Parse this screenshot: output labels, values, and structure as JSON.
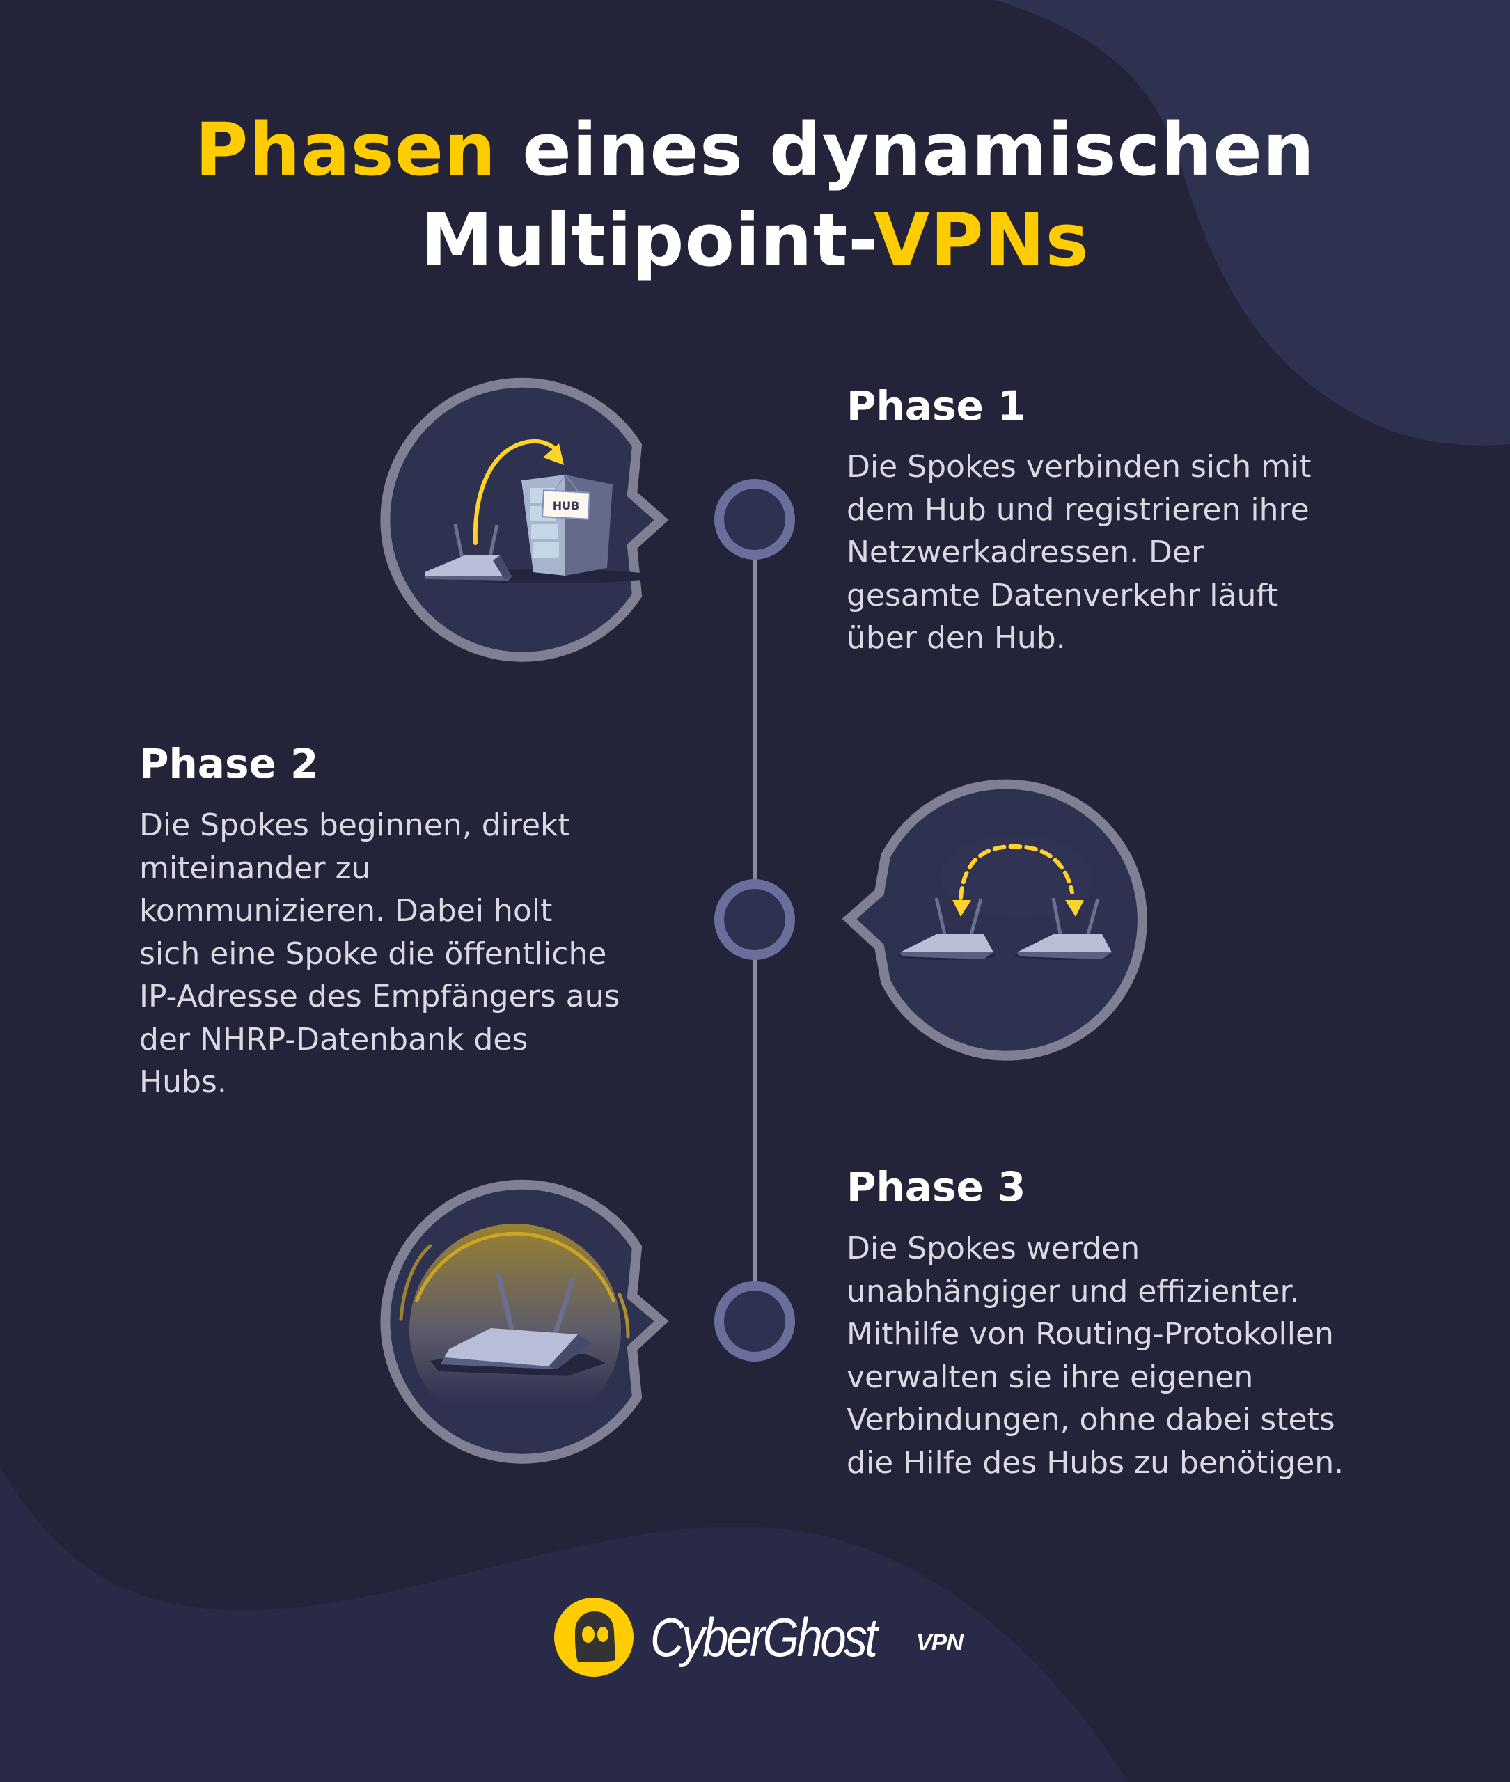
{
  "title": {
    "line1_highlight": "Phasen",
    "line1_rest": " eines dynamischen",
    "line2_rest": "Multipoint-",
    "line2_highlight": "VPNs"
  },
  "phases": [
    {
      "title": "Phase 1",
      "lines": [
        "Die Spokes verbinden sich mit",
        "dem Hub und registrieren ihre",
        "Netzwerkadressen. Der",
        "gesamte Datenverkehr läuft",
        "über den Hub."
      ],
      "icon": "router-to-hub-icon",
      "icon_label": "HUB"
    },
    {
      "title": "Phase 2",
      "lines": [
        "Die Spokes beginnen, direkt",
        "miteinander zu",
        "kommunizieren. Dabei holt",
        "sich eine Spoke die öffentliche",
        "IP-Adresse des Empfängers aus",
        "der NHRP-Datenbank des",
        "Hubs."
      ],
      "icon": "router-to-router-icon"
    },
    {
      "title": "Phase 3",
      "lines": [
        "Die Spokes werden",
        "unabhängiger und effizienter.",
        "Mithilfe von Routing-Protokollen",
        "verwalten sie ihre eigenen",
        "Verbindungen, ohne dabei stets",
        "die Hilfe des Hubs zu benötigen."
      ],
      "icon": "glowing-router-icon"
    }
  ],
  "logo": {
    "brand": "CyberGhost",
    "suffix": "VPN"
  },
  "colors": {
    "background": "#23243a",
    "blob": "#2e3150",
    "accent_yellow": "#ffcc00",
    "text_white": "#ffffff",
    "text_body": "#d9d9e2",
    "timeline_ring": "#6b6d9b",
    "bubble_border": "#7f8094"
  }
}
